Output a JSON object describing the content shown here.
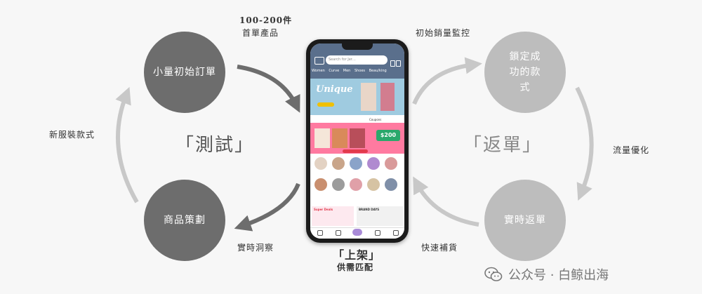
{
  "nodes": {
    "small_order": "小量初始訂單",
    "product_planning": "商品策劃",
    "locked_style": "鎖定成功的款式",
    "realtime_reorder": "實時返單"
  },
  "labels": {
    "first_batch_qty": "100-200件",
    "first_batch_desc": "首單產品",
    "new_styles": "新服裝款式",
    "realtime_insight": "實時洞察",
    "initial_sales_monitor": "初始銷量監控",
    "traffic_opt": "流量優化",
    "fast_restock": "快速補貨"
  },
  "phases": {
    "test": "「測試」",
    "reorder": "「返單」",
    "listing": "「上架」",
    "listing_sub": "供需匹配"
  },
  "phone": {
    "search_placeholder": "Search for Jer…",
    "nav": [
      "Women",
      "Curve",
      "Men",
      "Shoes",
      "Beau/king"
    ],
    "banner_title": "Unique",
    "coupon_label": "Coupons",
    "promo_value": "$200",
    "deals_title": "Super Deals",
    "brand_title": "BRAND DAYS"
  },
  "watermark": "公众号 · 白鲸出海",
  "colors": {
    "dark_node": "#6d6d6d",
    "light_node": "#bdbdbd",
    "dark_arrow": "#6d6d6d",
    "light_arrow": "#c8c8c8"
  }
}
